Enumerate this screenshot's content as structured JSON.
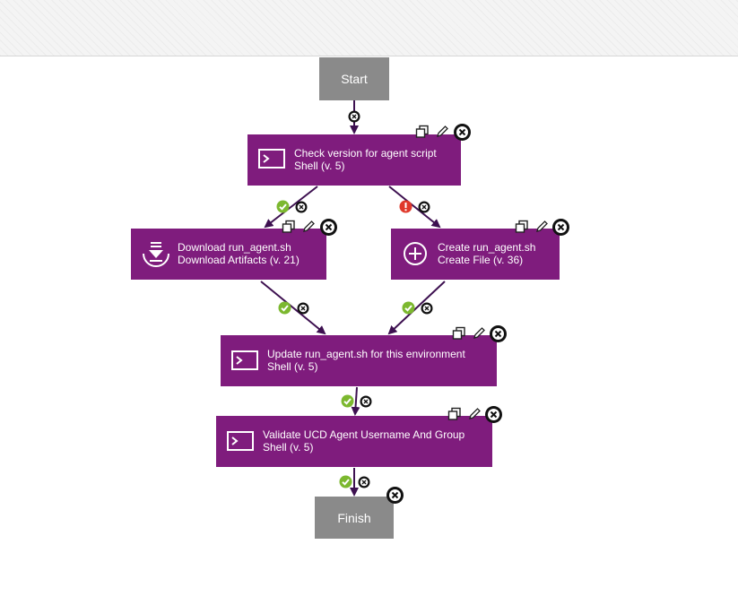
{
  "start": {
    "label": "Start"
  },
  "finish": {
    "label": "Finish"
  },
  "steps": [
    {
      "title": "Check version for agent script",
      "subtitle": "Shell (v. 5)",
      "icon": "terminal-icon"
    },
    {
      "title": "Download run_agent.sh",
      "subtitle": "Download Artifacts (v. 21)",
      "icon": "download-icon"
    },
    {
      "title": "Create run_agent.sh",
      "subtitle": "Create File (v. 36)",
      "icon": "plus-circle-icon"
    },
    {
      "title": "Update run_agent.sh for this environment",
      "subtitle": "Shell (v. 5)",
      "icon": "terminal-icon"
    },
    {
      "title": "Validate UCD Agent Username And Group",
      "subtitle": "Shell (v. 5)",
      "icon": "terminal-icon"
    }
  ],
  "colors": {
    "step_bg": "#7f1c7d",
    "terminal_node_bg": "#8a8a8a",
    "connector": "#3d1050",
    "success": "#7cb82f",
    "failure": "#e0392b"
  }
}
